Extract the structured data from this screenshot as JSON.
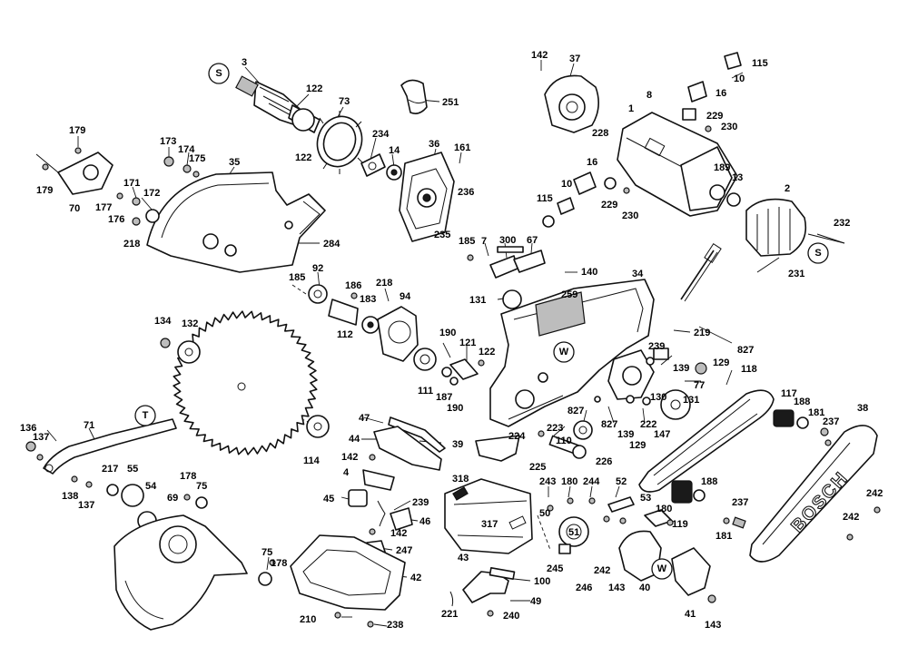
{
  "brand": "BOSCH",
  "circle_markers": [
    "S",
    "S",
    "W",
    "W",
    "T"
  ],
  "part_numbers": [
    "3",
    "122",
    "73",
    "251",
    "142",
    "37",
    "115",
    "10",
    "16",
    "8",
    "229",
    "230",
    "1",
    "179",
    "173",
    "174",
    "175",
    "122",
    "234",
    "14",
    "36",
    "161",
    "228",
    "16",
    "189",
    "13",
    "2",
    "35",
    "171",
    "172",
    "177",
    "176",
    "179",
    "70",
    "218",
    "236",
    "235",
    "115",
    "10",
    "229",
    "230",
    "232",
    "231",
    "284",
    "185",
    "7",
    "300",
    "67",
    "185",
    "92",
    "186",
    "218",
    "94",
    "140",
    "34",
    "131",
    "259",
    "183",
    "112",
    "134",
    "132",
    "219",
    "827",
    "190",
    "121",
    "122",
    "239",
    "139",
    "129",
    "118",
    "111",
    "187",
    "190",
    "77",
    "130",
    "131",
    "117",
    "188",
    "181",
    "237",
    "38",
    "827",
    "827",
    "222",
    "147",
    "139",
    "129",
    "110",
    "226",
    "223",
    "224",
    "225",
    "136",
    "137",
    "71",
    "47",
    "44",
    "39",
    "114",
    "142",
    "4",
    "318",
    "243",
    "180",
    "244",
    "52",
    "53",
    "180",
    "188",
    "217",
    "55",
    "54",
    "178",
    "75",
    "69",
    "138",
    "137",
    "45",
    "239",
    "46",
    "50",
    "51",
    "119",
    "237",
    "181",
    "242",
    "242",
    "142",
    "247",
    "317",
    "43",
    "245",
    "242",
    "143",
    "40",
    "42",
    "100",
    "246",
    "75",
    "178",
    "49",
    "221",
    "240",
    "143",
    "41",
    "210",
    "238"
  ]
}
